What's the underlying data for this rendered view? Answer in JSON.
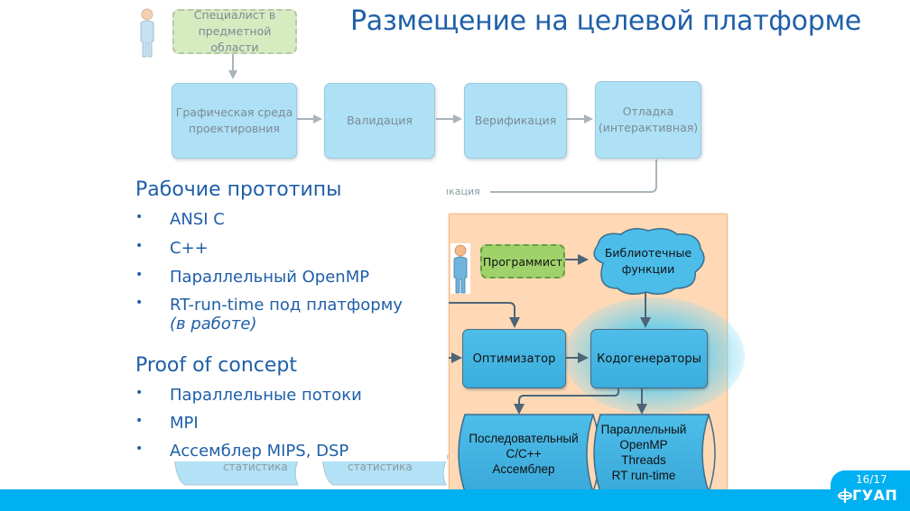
{
  "slide": {
    "title": "Размещение на целевой платформе",
    "page_indicator": "16/17",
    "logo_text": "ГУАП",
    "colors": {
      "title": "#1f5fa8",
      "footer": "#00b0f0",
      "panel_bg": "#ffd9b5",
      "active_box": "#3fb4e3",
      "faded_box": "#aee0f6",
      "programmer_box": "#9fd26b",
      "specialist_box": "#d6ebc0"
    }
  },
  "background_diagram": {
    "actor_label": "Специалист в предметной области",
    "actor_label_lines": [
      "Специалист в",
      "предметной области"
    ],
    "steps": [
      {
        "lines": [
          "Графическая среда",
          "проектировния"
        ]
      },
      {
        "lines": [
          "Валидация"
        ]
      },
      {
        "lines": [
          "Верификация"
        ]
      },
      {
        "lines": [
          "Отладка",
          "(интерактивная)"
        ]
      }
    ],
    "partial_connector_label": "икация",
    "partial_storage_labels": [
      "статистика",
      "статистика"
    ]
  },
  "bullets": {
    "section1": {
      "heading": "Рабочие прототипы",
      "items": [
        {
          "text": "ANSI C"
        },
        {
          "text": "C++"
        },
        {
          "text": "Параллельный OpenMP"
        },
        {
          "text": "RT-run-time под платформу",
          "note": "(в работе)"
        }
      ]
    },
    "section2": {
      "heading": "Proof of concept",
      "items": [
        {
          "text": "Параллельные потоки"
        },
        {
          "text": "MPI"
        },
        {
          "text": "Ассемблер MIPS, DSP"
        }
      ]
    }
  },
  "inset_diagram": {
    "programmer_label": "Программист",
    "library_lines": [
      "Библиотечные",
      "функции"
    ],
    "optimizer_label": "Оптимизатор",
    "codegen_label": "Кодогенераторы",
    "sequential_lines": [
      "Последовательный",
      "C/C++",
      "Ассемблер"
    ],
    "parallel_lines": [
      "Параллельный",
      "OpenMP",
      "Threads",
      "RT run-time"
    ]
  }
}
